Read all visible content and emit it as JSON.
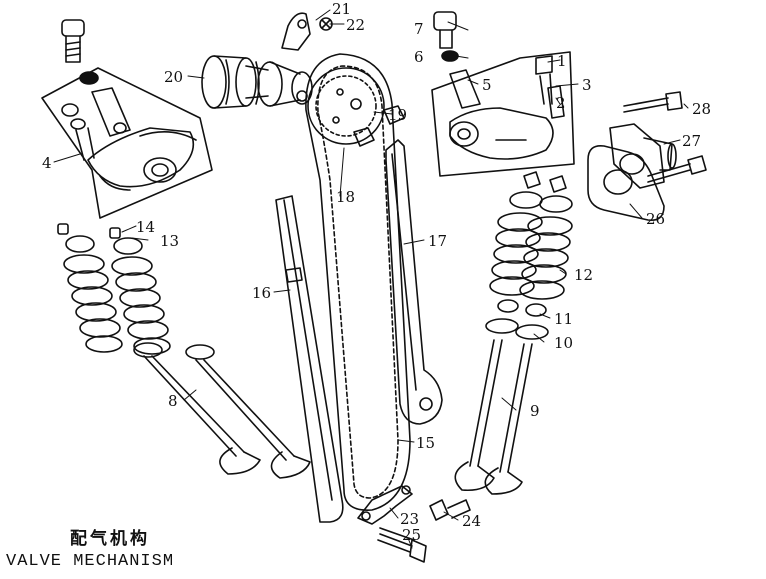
{
  "title_cn": "配气机构",
  "title_en": "VALVE MECHANISM",
  "callouts": [
    "1",
    "2",
    "3",
    "4",
    "5",
    "6",
    "7",
    "8",
    "9",
    "10",
    "11",
    "12",
    "13",
    "14",
    "15",
    "16",
    "17",
    "18",
    "19",
    "20",
    "21",
    "22",
    "23",
    "24",
    "25",
    "26",
    "27",
    "28"
  ],
  "colors": {
    "line": "#111111",
    "background": "#ffffff"
  }
}
